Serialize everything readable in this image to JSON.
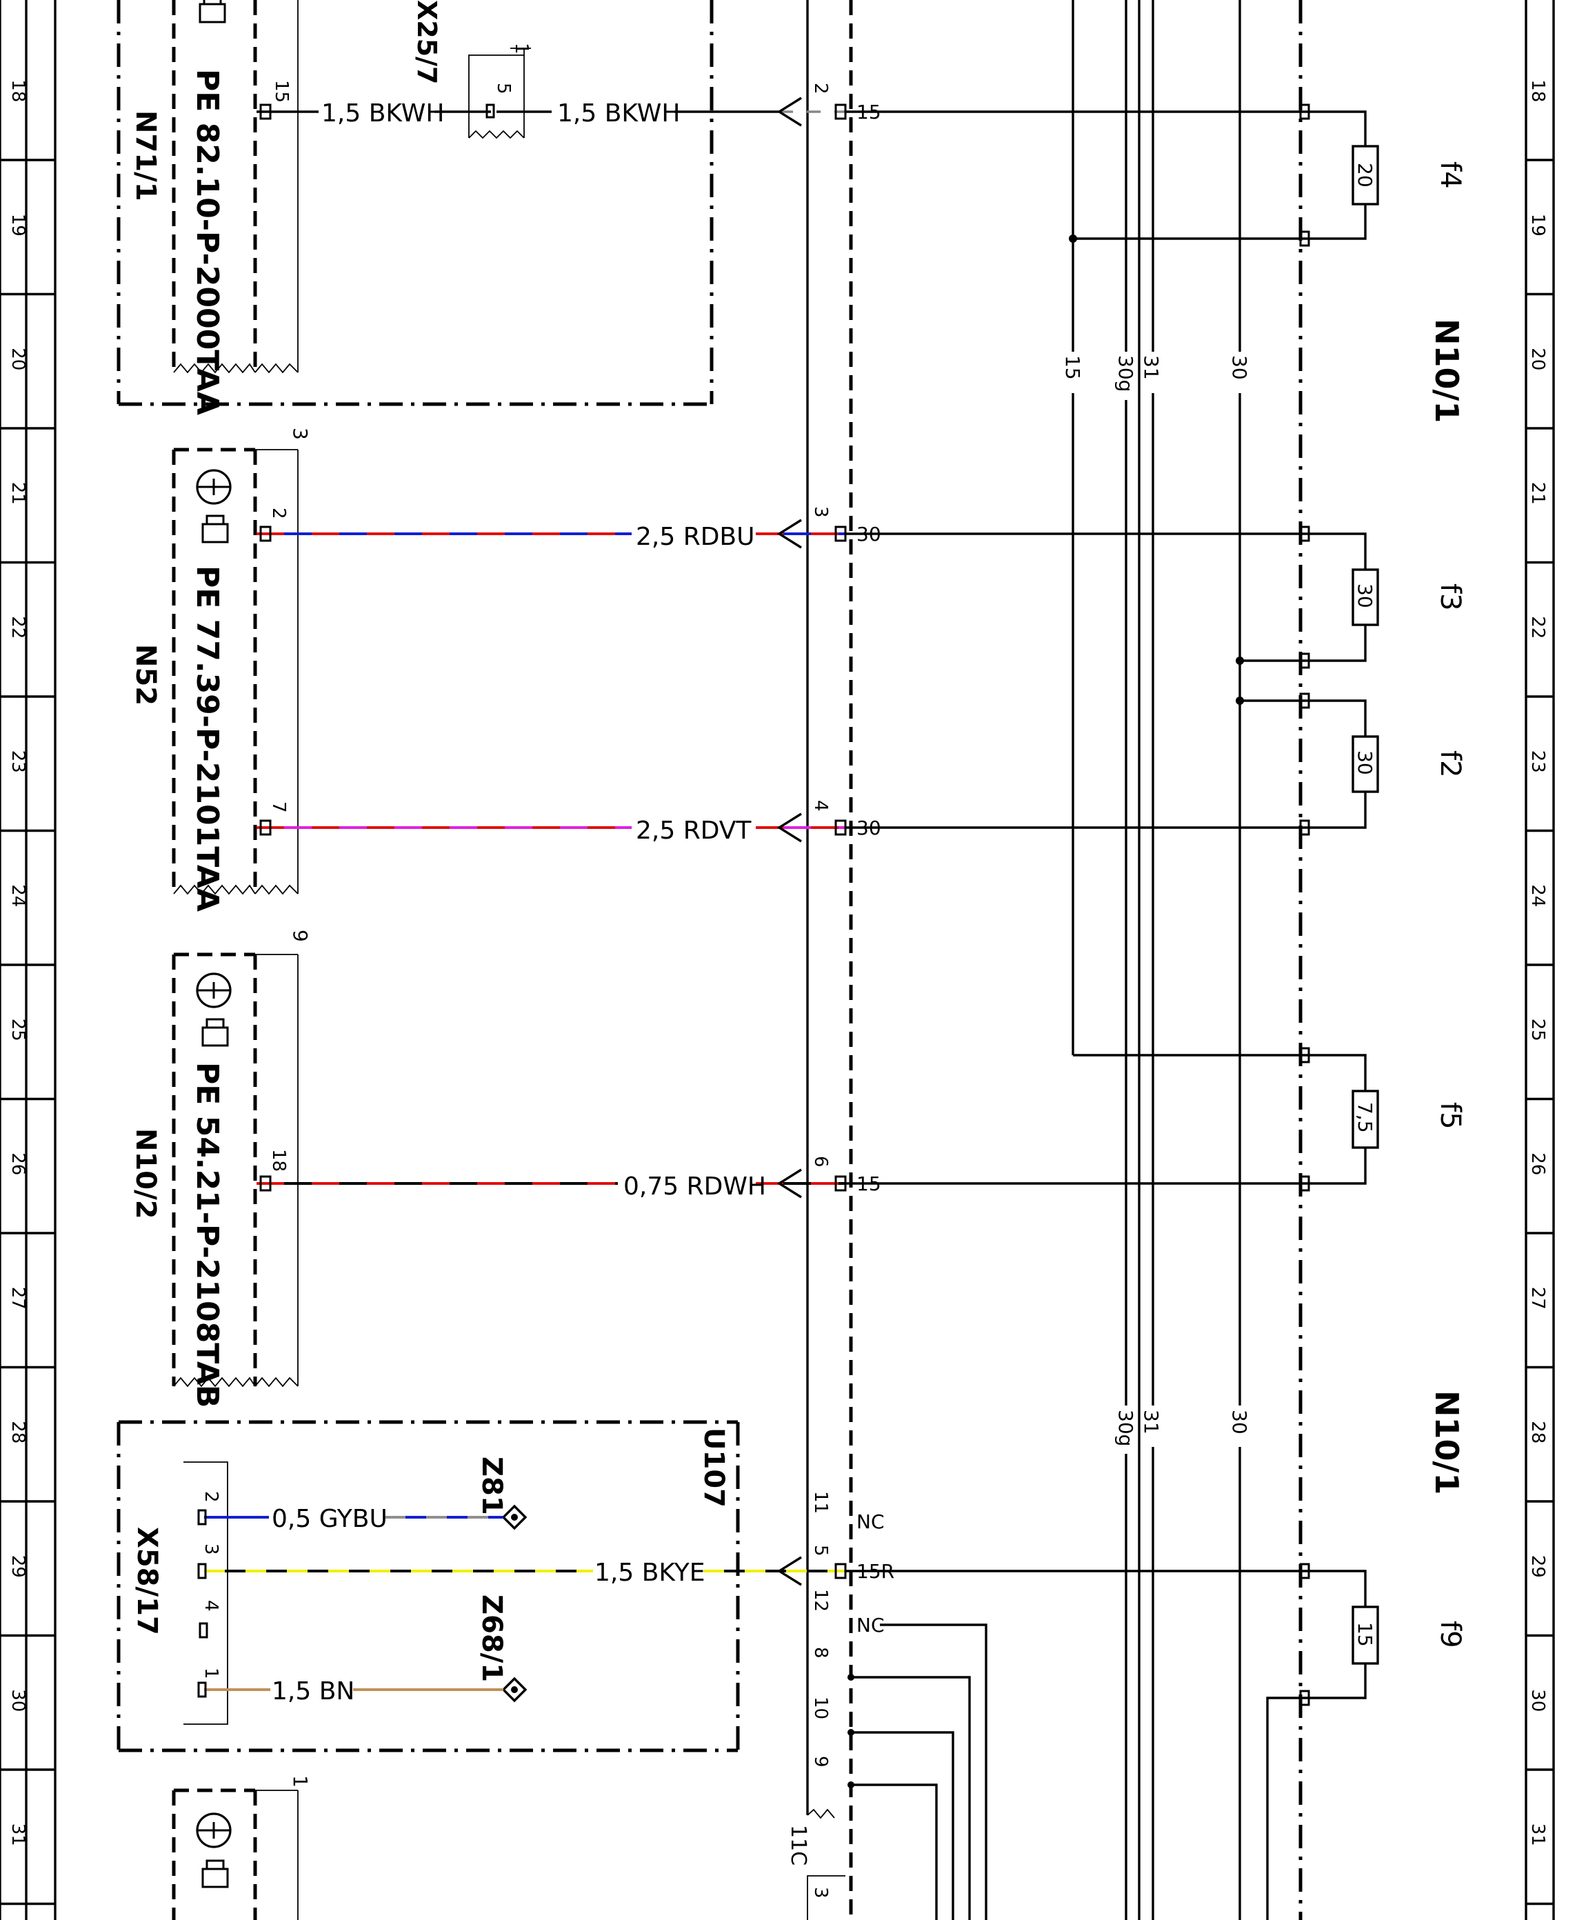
{
  "grid_numbers": [
    "18",
    "19",
    "20",
    "21",
    "22",
    "23",
    "24",
    "25",
    "26",
    "27",
    "28",
    "29",
    "30",
    "31"
  ],
  "components": {
    "n71_1": {
      "label": "N71/1",
      "part": "PE 82.10-P-2000TAA"
    },
    "n52": {
      "label": "N52",
      "part": "PE 77.39-P-2101TAA"
    },
    "n10_2": {
      "label": "N10/2",
      "part": "PE 54.21-P-2108TAB"
    },
    "x25_7": {
      "label": "X25/7"
    },
    "n10_1_top": {
      "label": "N10/1"
    },
    "n10_1_bottom": {
      "label": "N10/1"
    },
    "u107": {
      "label": "U107"
    },
    "x58_17": {
      "label": "X58/17"
    },
    "z81": {
      "label": "Z81"
    },
    "z68_1": {
      "label": "Z68/1"
    }
  },
  "connectors": {
    "x25_pin1": "1",
    "x25_pin5": "5",
    "n71_pin15": "15",
    "n52_conn": "3",
    "n52_pin2": "2",
    "n52_pin7": "7",
    "n10_2_conn": "9",
    "n10_2_pin18": "18",
    "bus_2": "2",
    "bus_3": "3",
    "bus_4": "4",
    "bus_6": "6",
    "bus_11": "11",
    "bus_5": "5",
    "bus_12": "12",
    "bus_8": "8",
    "bus_10": "10",
    "bus_9": "9",
    "bus_11c": "11C",
    "bus_3b": "3",
    "x58_2": "2",
    "x58_3": "3",
    "x58_4": "4",
    "x58_1": "1",
    "bottom_conn": "1"
  },
  "terminals": {
    "t18": "15",
    "t21": "30",
    "t23": "30",
    "t26": "15",
    "nc1": "NC",
    "t15r": "15R",
    "nc2": "NC"
  },
  "wires": {
    "w1a": "1,5 BKWH",
    "w1b": "1,5 BKWH",
    "w2": "2,5 RDBU",
    "w3": "2,5 RDVT",
    "w4": "0,75 RDWH",
    "w5": "0,5 GYBU",
    "w6": "1,5 BKYE",
    "w7": "1,5 BN"
  },
  "wire_colors": {
    "red": "#e01010",
    "blue": "#1020d0",
    "violet": "#e020e0",
    "black": "#000000",
    "yellow": "#f0f000",
    "gray": "#909090",
    "brown": "#c0905a"
  },
  "buses": {
    "b15_top": "15",
    "b30g_top": "30g",
    "b31_top": "31",
    "b30_top": "30",
    "b30g_bot": "30g",
    "b31_bot": "31",
    "b30_bot": "30"
  },
  "fuses": {
    "f4": {
      "label": "f4",
      "rating": "20"
    },
    "f3": {
      "label": "f3",
      "rating": "30"
    },
    "f2": {
      "label": "f2",
      "rating": "30"
    },
    "f5": {
      "label": "f5",
      "rating": "7,5"
    },
    "f9": {
      "label": "f9",
      "rating": "15"
    }
  }
}
